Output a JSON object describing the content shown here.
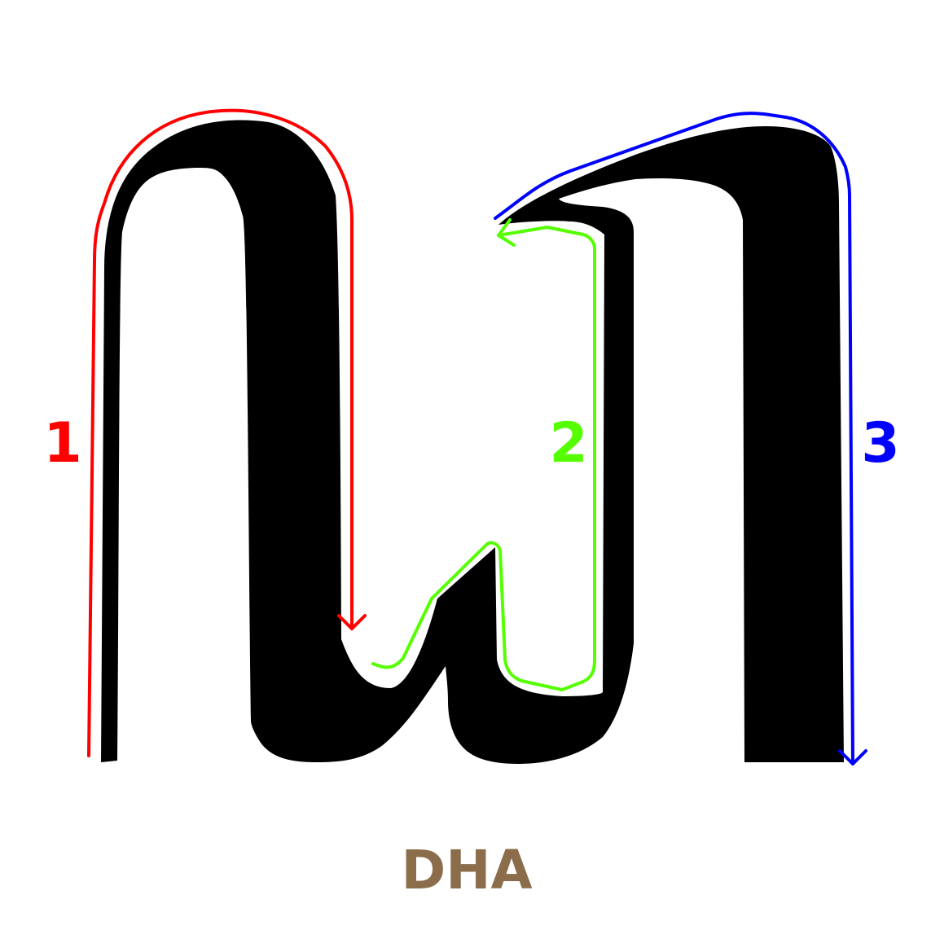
{
  "letter_name": "DHA",
  "colors": {
    "glyph": "#000000",
    "stroke1": "#ff0000",
    "stroke2": "#55ff00",
    "stroke3": "#0000ff",
    "name": "#8b6d4b"
  },
  "strokes": [
    {
      "number": "1",
      "color": "#ff0000"
    },
    {
      "number": "2",
      "color": "#55ff00"
    },
    {
      "number": "3",
      "color": "#0000ff"
    }
  ]
}
